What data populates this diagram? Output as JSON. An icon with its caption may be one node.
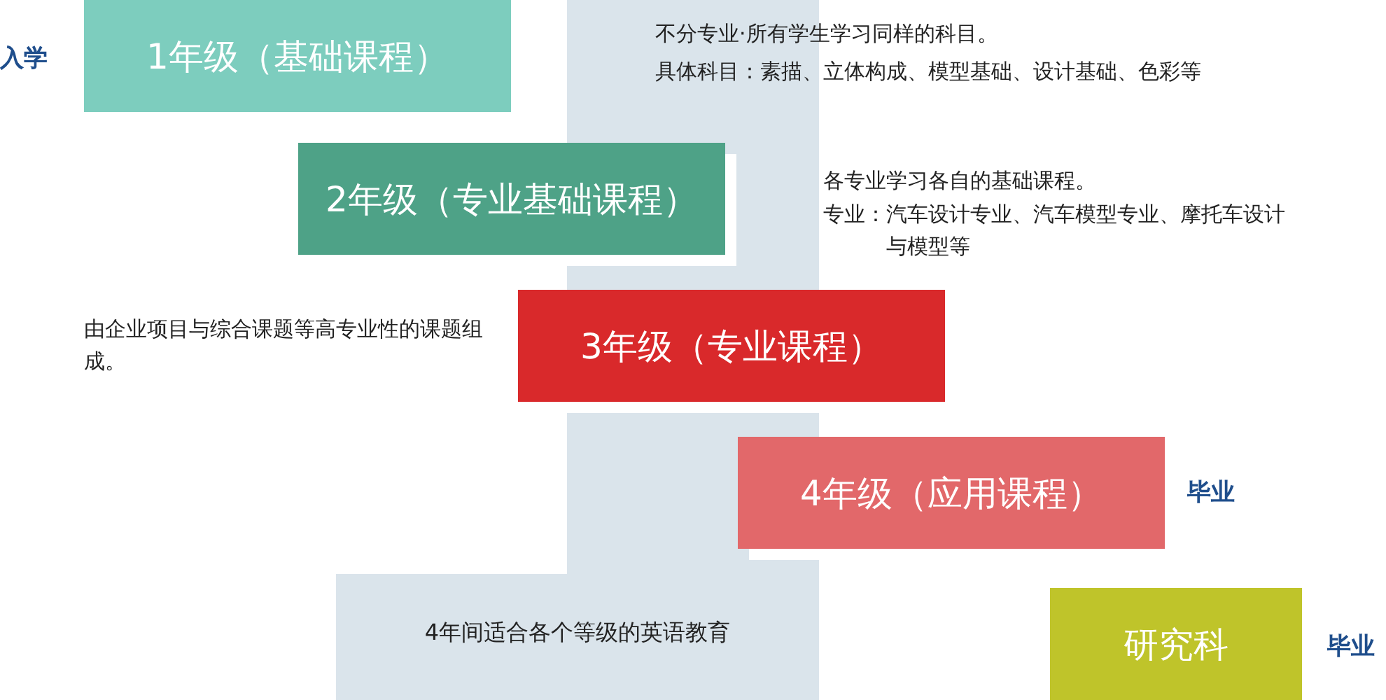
{
  "diagram": {
    "nodes": [
      {
        "text": [
          "1年级（基础课程）"
        ],
        "beside": [
          "入学"
        ]
      },
      {
        "text": [
          "2年级（专业基础课程）"
        ],
        "beside": [
          "各专业学习各自的基础课程。",
          "专业：汽车设计专业、汽车模型专业、摩托车设计与模型等"
        ]
      },
      {
        "text": [
          "3年级（专业课程）"
        ]
      },
      {
        "text": [
          "4年级（应用课程）"
        ],
        "beside": [
          "毕业"
        ]
      },
      {
        "text": [
          "研究科"
        ],
        "beside": [
          "毕业"
        ]
      },
      {
        "text": [
          "4年间适合各个等级的英语教育"
        ]
      }
    ],
    "edges": [],
    "labels": [
      "不分专业·所有学生学习同样的科目。",
      "具体科目：素描、立体构成、模型基础、设计基础、色彩等",
      "由企业项目与综合课题等高专业性的课题组成。"
    ]
  }
}
